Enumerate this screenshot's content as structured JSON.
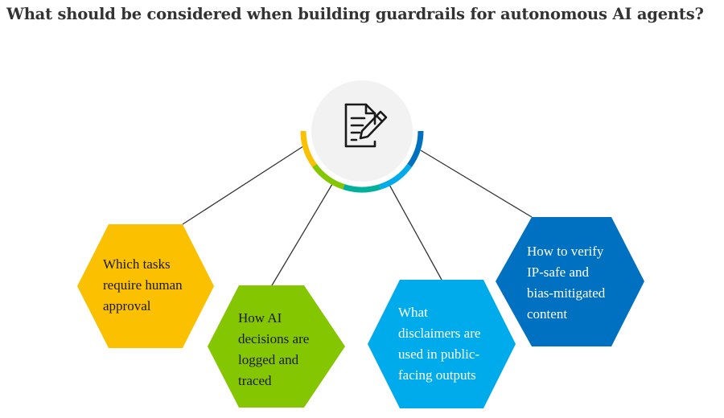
{
  "title": "What should be considered when building guardrails for autonomous AI agents?",
  "center_icon": "document-edit-icon",
  "nodes": [
    {
      "lines": [
        "Which tasks",
        "require human",
        "approval"
      ],
      "color": "#FBC000",
      "text_color": "#1a1a1a"
    },
    {
      "lines": [
        "How AI",
        "decisions are",
        "logged and",
        "traced"
      ],
      "color": "#84C600",
      "text_color": "#1a1a1a"
    },
    {
      "lines": [
        "What",
        "disclaimers are",
        "used in public-",
        "facing outputs"
      ],
      "color": "#00ABEB",
      "text_color": "#ffffff"
    },
    {
      "lines": [
        "How to verify",
        "IP-safe and",
        "bias-mitigated",
        "content"
      ],
      "color": "#0070C0",
      "text_color": "#ffffff"
    }
  ],
  "arc_colors": [
    "#FBC000",
    "#84C600",
    "#00B09A",
    "#00ABEB",
    "#0070C0"
  ]
}
